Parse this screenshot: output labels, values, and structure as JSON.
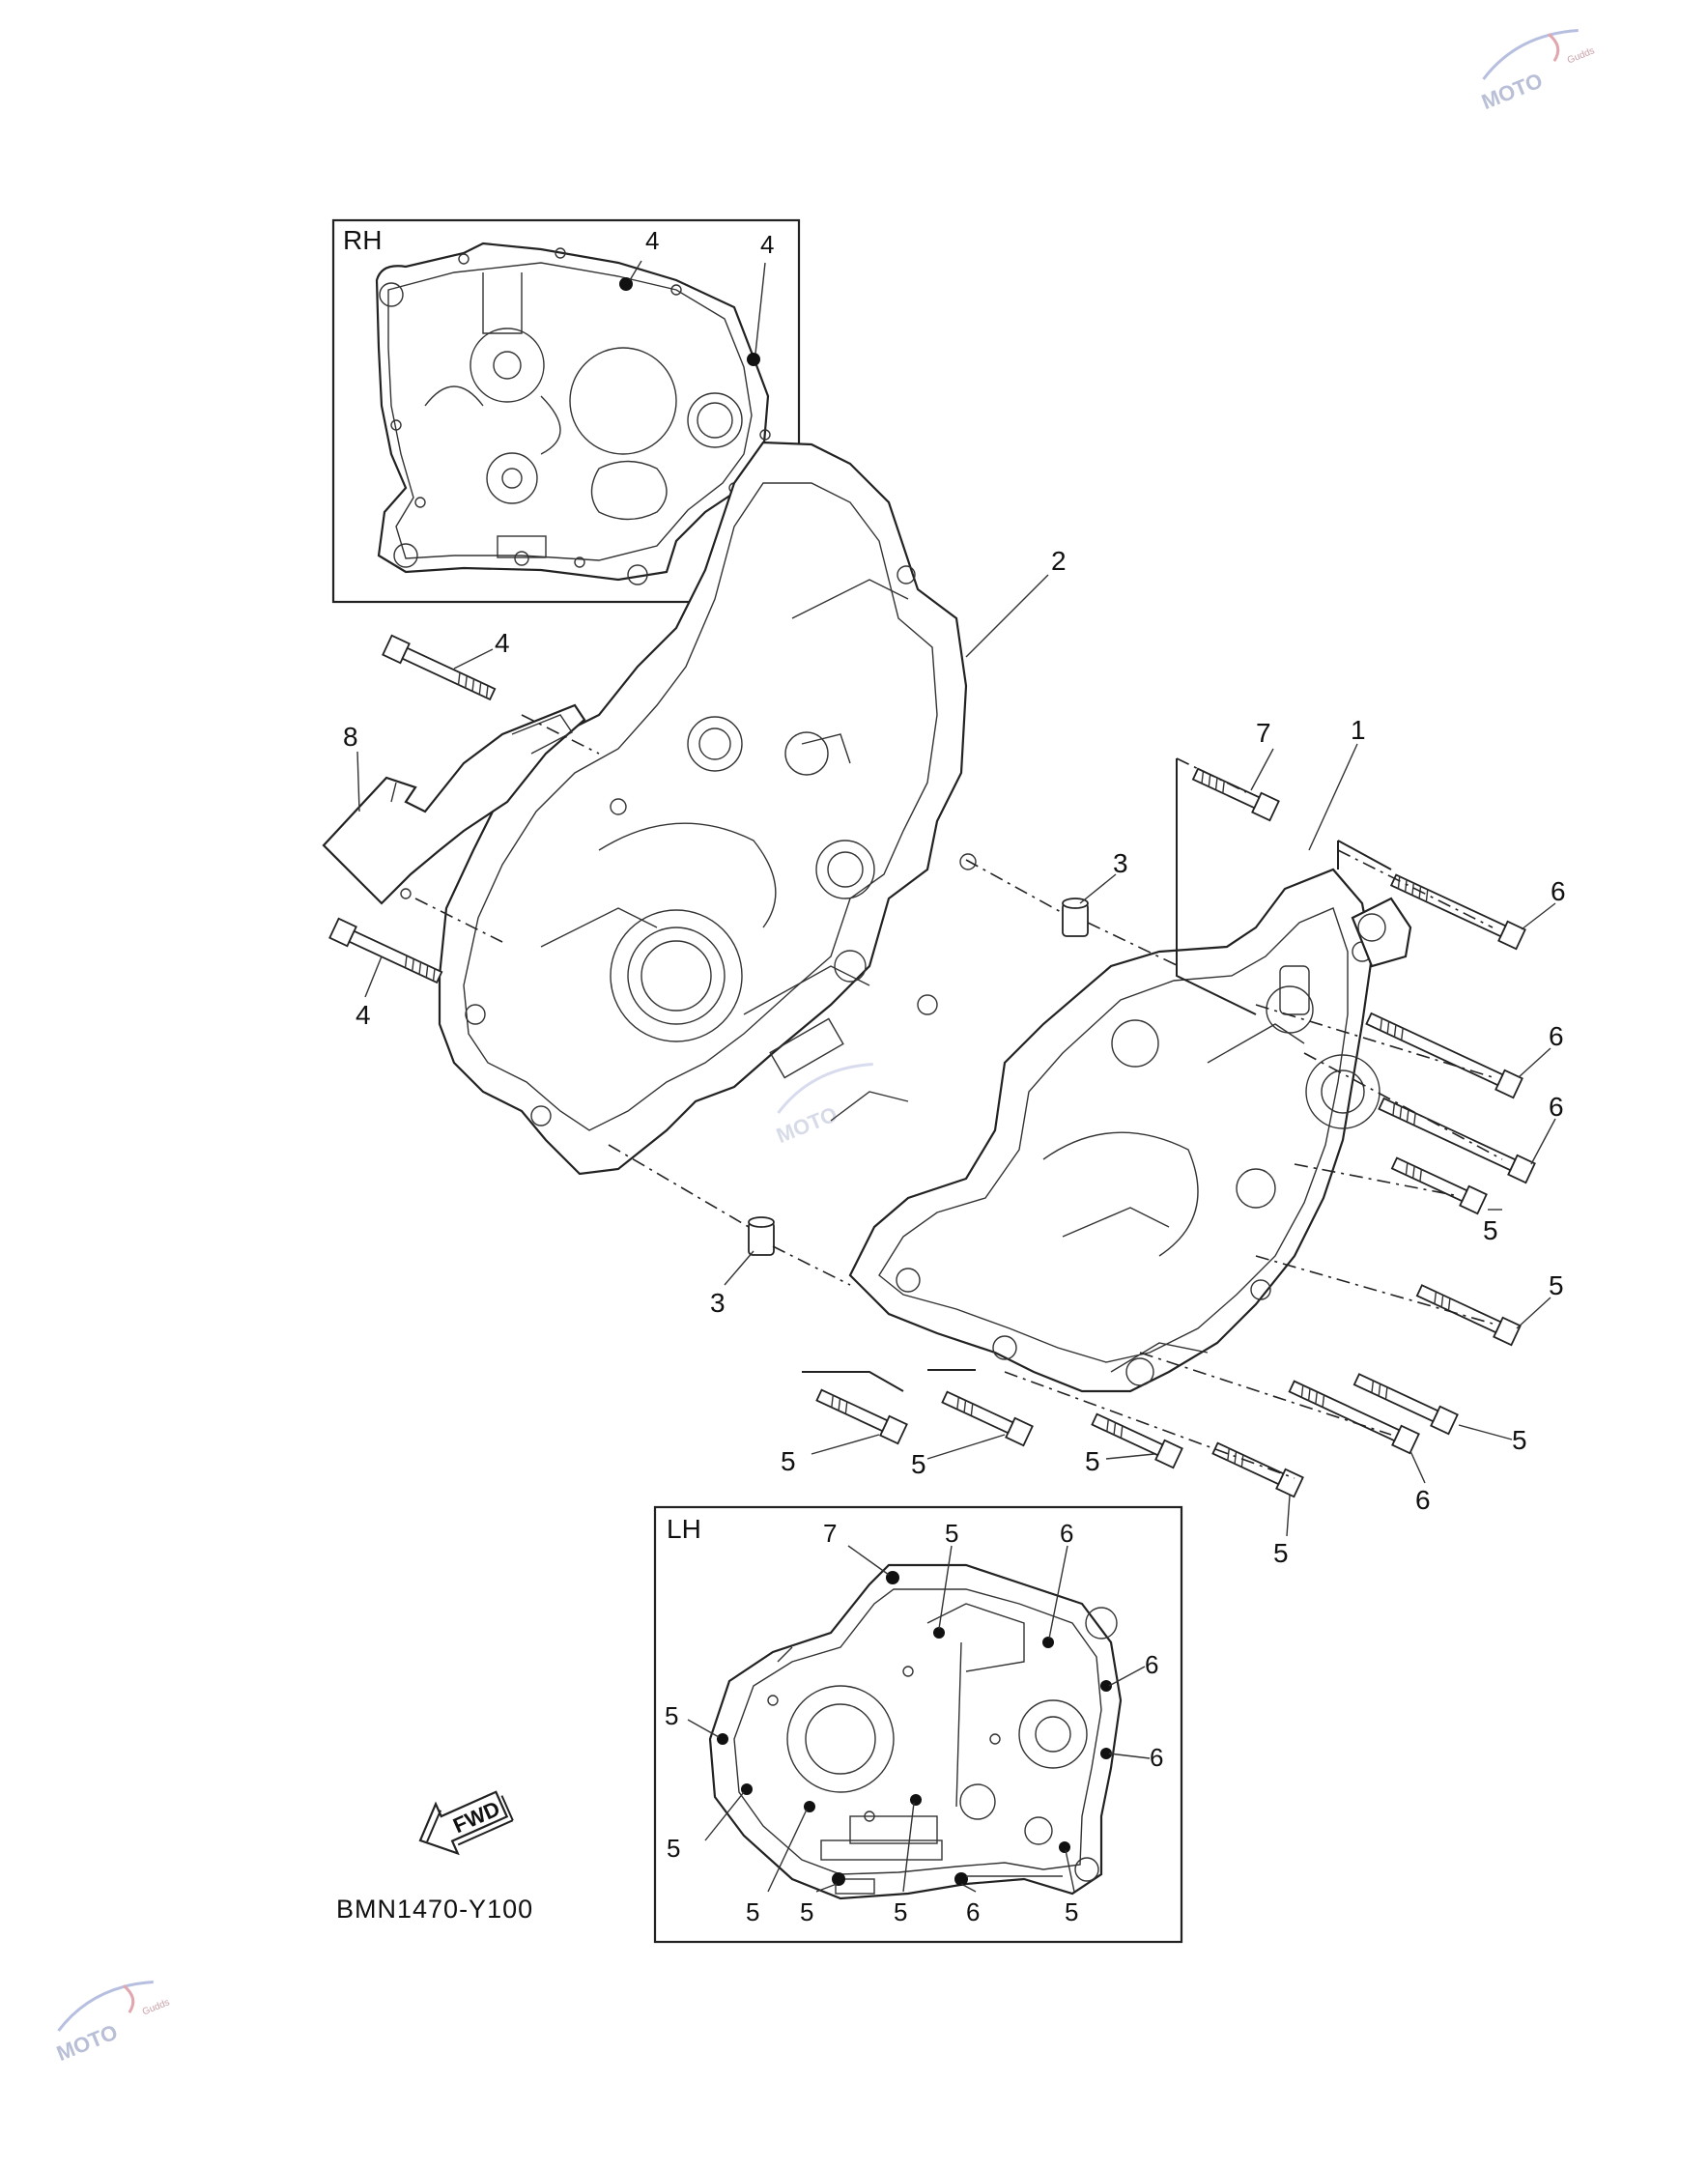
{
  "inset_right": {
    "label": "RH",
    "callouts": [
      "4",
      "4"
    ]
  },
  "inset_left": {
    "label": "LH",
    "callouts": [
      "7",
      "5",
      "6",
      "6",
      "6",
      "5",
      "5",
      "5",
      "5",
      "5",
      "6",
      "5"
    ]
  },
  "main_callouts": [
    "2",
    "1",
    "4",
    "8",
    "4",
    "7",
    "3",
    "3",
    "6",
    "6",
    "6",
    "5",
    "5",
    "5",
    "5",
    "5",
    "5",
    "6",
    "5"
  ],
  "fwd_label": "FWD",
  "diagram_code": "BMN1470-Y100",
  "watermark": {
    "text": "MOTO",
    "sub": "Gudds"
  },
  "icons": {
    "fwd": "fwd-arrow-icon",
    "brand": "moto-logo-icon"
  }
}
